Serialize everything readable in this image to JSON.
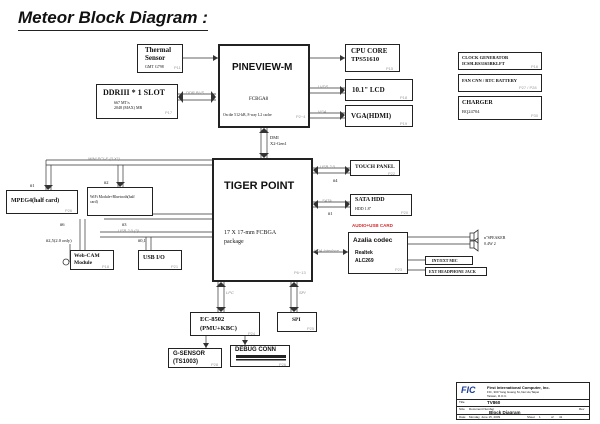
{
  "title": "Meteor Block Diagram :",
  "pineview": {
    "name": "PINEVIEW-M",
    "package": "FCBGA8",
    "cache": "On die 512-kB, 8-way L2 cache",
    "page": "P2~4"
  },
  "thermal": {
    "name1": "Thermal",
    "name2": "Sensor",
    "part": "GMT G798",
    "page": "P11"
  },
  "ddr": {
    "name": "DDRIII * 1 SLOT",
    "speed1": "667 MT/s",
    "speed2": "2048 (MAX) MB",
    "page": "P17"
  },
  "cpu_core": {
    "name": "CPU CORE",
    "part": "TPS51610",
    "page": "P15"
  },
  "lcd": {
    "name": "10.1\" LCD",
    "page": "P18"
  },
  "vga": {
    "name": "VGA(HDMI)",
    "page": "P19"
  },
  "tiger": {
    "name": "TIGER POINT",
    "spec1": "17 X 17-mm FCBGA",
    "spec2": "package",
    "page": "P6~13"
  },
  "dmi": {
    "line1": "DMI",
    "line2": "X2-Gen1"
  },
  "touch": {
    "name": "TOUCH PANEL",
    "page": "P22",
    "num": "#4"
  },
  "sata": {
    "name": "SATA HDD",
    "sub": "HDD 1.8\"",
    "page": "P20",
    "num": "#1"
  },
  "mpeg": {
    "name": "MPEG4(half card)",
    "page": "P26",
    "num": "#1"
  },
  "wifi": {
    "line1": "WiFi Module+Bluetooth(half",
    "line2": "card)",
    "num": "#2"
  },
  "webcam": {
    "line1": "Web-CAM",
    "line2": "Module",
    "page": "P18"
  },
  "usb": {
    "name": "USB I/O",
    "page": "P21"
  },
  "usb_labels": {
    "u1": "#2,5(2.0 only)",
    "u2": "#0,1",
    "n6": "#6",
    "n3": "#3"
  },
  "audio": {
    "title": "AUDIO+USB CARD",
    "name": "Azalia codec",
    "maker": "Realtek",
    "part": "ALC269",
    "page": "P23"
  },
  "speaker": {
    "line1": "n\"SPEAKER",
    "line2": "0.4W 2"
  },
  "mic": "INT/EXT MIC",
  "headphone": "EXT HEADPHONE JACK",
  "ec": {
    "line1": "EC-8502",
    "line2": "(PMU+KBC)",
    "page": "P24"
  },
  "spi": {
    "name": "SPI",
    "page": "P25"
  },
  "gsensor": {
    "line1": "G-SENSOR",
    "line2": "(TS1003)",
    "page": "P28"
  },
  "debug": {
    "name": "DEBUG CONN",
    "page": "P26"
  },
  "right_boxes": {
    "clock": {
      "line1": "CLOCK GENERATOR",
      "line2": "ICS9LRS3165BKLFT",
      "page": "P16"
    },
    "fan": {
      "line1": "FAN CNN / RTC BATTERY",
      "page": "P27 / P28"
    },
    "charger": {
      "line1": "CHARGER",
      "line2": "BQ24704",
      "page": "P30"
    }
  },
  "bus_labels": {
    "ddr": "DDR BUS",
    "lvds": "LVDS",
    "vga": "VGA",
    "usb_touch": "USB 2.0",
    "sata": "SATA",
    "minipci": "MINI PCI-E (3 X1)",
    "azalia": "HDA Interface",
    "lpc": "LPC",
    "spi": "SPI",
    "usb": "USB 2.0 (3)"
  },
  "titleblock": {
    "company": "First International Computer, Inc.",
    "addr1": "FIC, 300 Yang Guang St.,Nei Hu,Taipei",
    "addr2": "Taiwan, R.O.C.",
    "model": "TV860",
    "doc": "Block Diagram",
    "logo": "FIC",
    "title_lbl": "Title",
    "size_lbl": "Size",
    "docno_lbl": "Document Number",
    "rev_lbl": "Rev",
    "date_lbl": "Date:",
    "date": "Monday, June 15, 2009",
    "sheet_lbl": "Sheet",
    "sheet": "1",
    "of_lbl": "of",
    "of": "41"
  }
}
